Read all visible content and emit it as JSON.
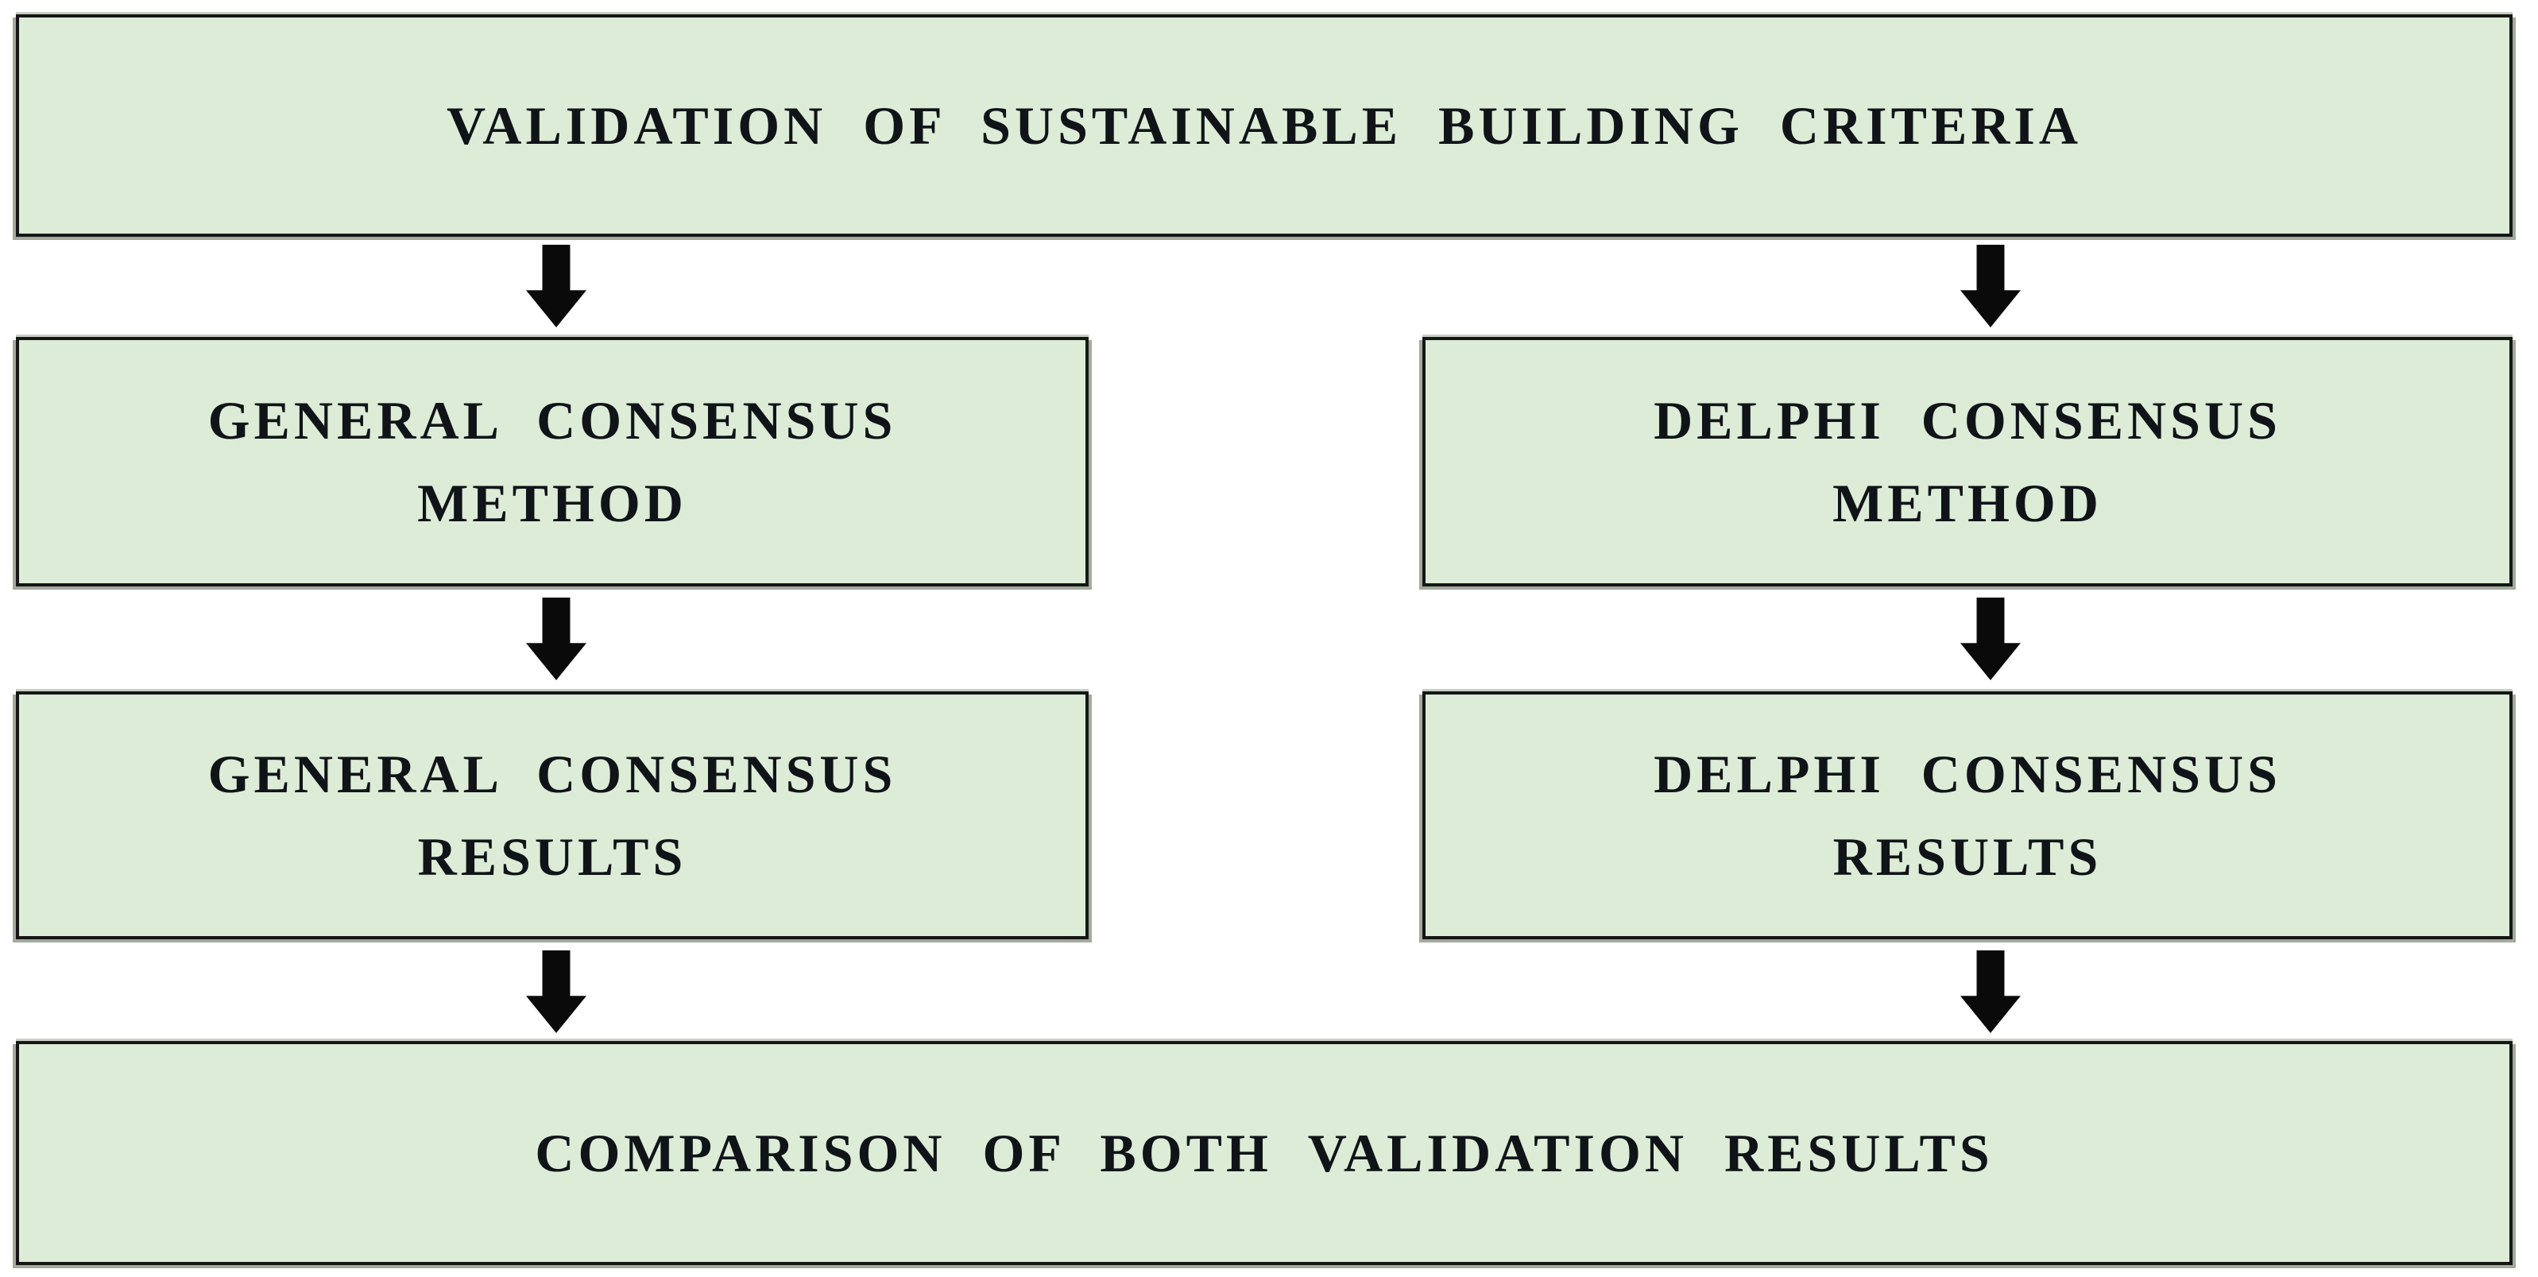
{
  "diagram": {
    "title": "Validation flowchart",
    "nodes": {
      "validation": {
        "label": "VALIDATION OF SUSTAINABLE BUILDING CRITERIA"
      },
      "general_method": {
        "label": "GENERAL CONSENSUS\nMETHOD"
      },
      "delphi_method": {
        "label": "DELPHI CONSENSUS\nMETHOD"
      },
      "general_results": {
        "label": "GENERAL CONSENSUS\nRESULTS"
      },
      "delphi_results": {
        "label": "DELPHI CONSENSUS\nRESULTS"
      },
      "comparison": {
        "label": "COMPARISON OF BOTH VALIDATION RESULTS"
      }
    },
    "edges": [
      {
        "from": "validation",
        "to": "general_method"
      },
      {
        "from": "validation",
        "to": "delphi_method"
      },
      {
        "from": "general_method",
        "to": "general_results"
      },
      {
        "from": "delphi_method",
        "to": "delphi_results"
      },
      {
        "from": "general_results",
        "to": "comparison"
      },
      {
        "from": "delphi_results",
        "to": "comparison"
      }
    ],
    "colors": {
      "background": "#ffffff",
      "box_fill": "#dcecd7",
      "box_border": "#161616",
      "box_shadow": "#a2aa9c",
      "text": "#101418",
      "arrow": "#0a0a0a"
    }
  }
}
